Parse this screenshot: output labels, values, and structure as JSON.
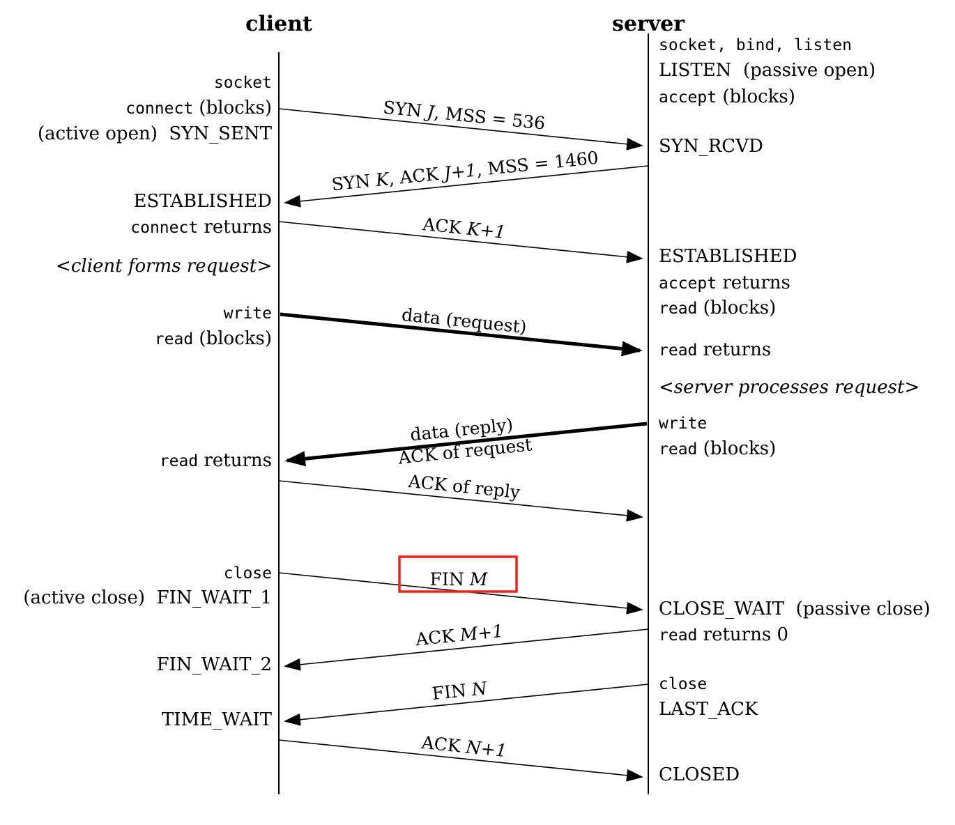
{
  "colors": {
    "highlight": "#e8251d",
    "ink": "#000000"
  },
  "titles": {
    "client": "client",
    "server": "server"
  },
  "client": {
    "socket": "socket",
    "connect_fn": "connect",
    "connect_blocks": " (blocks)",
    "syn_sent": "(active open)  SYN_SENT",
    "established": "ESTABLISHED",
    "connect_returns_fn": "connect",
    "connect_returns": " returns",
    "forms_request": "<client forms request>",
    "write_fn": "write",
    "read_fn": "read",
    "read_blocks": " (blocks)",
    "read_returns_fn": "read",
    "read_returns": " returns",
    "close_fn": "close",
    "fin_wait_1": "(active close)  FIN_WAIT_1",
    "fin_wait_2": "FIN_WAIT_2",
    "time_wait": "TIME_WAIT"
  },
  "server": {
    "socket_bind_listen": "socket, bind, listen",
    "listen_state": "LISTEN  (passive open)",
    "accept_fn": "accept",
    "accept_blocks": " (blocks)",
    "syn_rcvd": "SYN_RCVD",
    "established": "ESTABLISHED",
    "accept_returns_fn": "accept",
    "accept_returns": " returns",
    "read1_fn": "read",
    "read1_blocks": " (blocks)",
    "read_returns_fn": "read",
    "read_returns": " returns",
    "processes_request": "<server processes request>",
    "write_fn": "write",
    "read2_fn": "read",
    "read2_blocks": " (blocks)",
    "close_wait": "CLOSE_WAIT  (passive close)",
    "read_returns0_fn": "read",
    "read_returns0": " returns 0",
    "close_fn": "close",
    "last_ack": "LAST_ACK",
    "closed": "CLOSED"
  },
  "arrows": {
    "syn_j": {
      "pre": "SYN ",
      "var": "J",
      "post": ", MSS = 536"
    },
    "syn_k": {
      "pre": "SYN ",
      "var": "K",
      "mid": ", ACK ",
      "var2": "J+1",
      "post": ", MSS = 1460"
    },
    "ack_k1": {
      "pre": "ACK ",
      "var": "K+1"
    },
    "data_request": {
      "label": "data (request)"
    },
    "data_reply": {
      "label": "data (reply)",
      "label2": "ACK of request"
    },
    "ack_reply": {
      "label": "ACK of reply"
    },
    "fin_m": {
      "pre": "FIN ",
      "var": "M"
    },
    "ack_m1": {
      "pre": "ACK ",
      "var": "M+1"
    },
    "fin_n": {
      "pre": "FIN ",
      "var": "N"
    },
    "ack_n1": {
      "pre": "ACK ",
      "var": "N+1"
    }
  }
}
